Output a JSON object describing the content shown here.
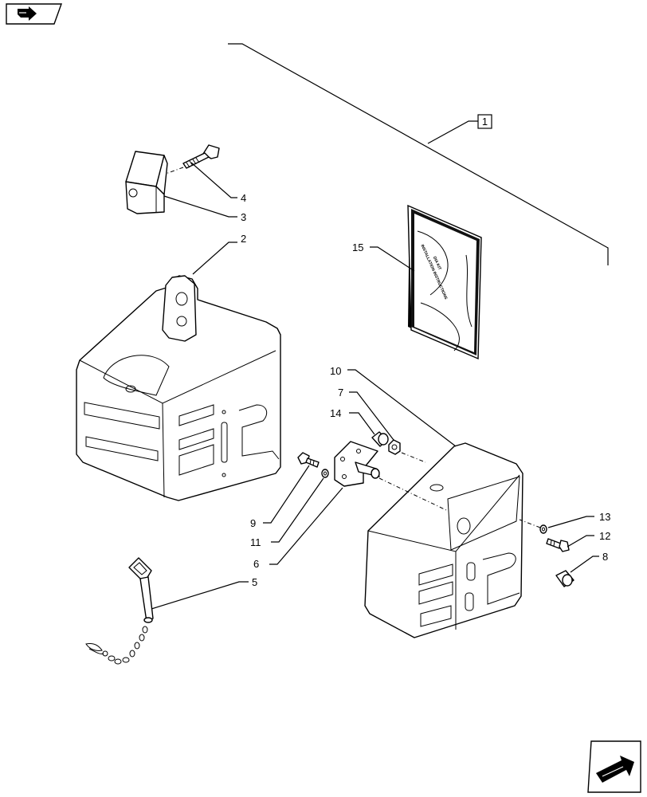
{
  "nav": {
    "prev_icon": "prev-page-arrow-icon",
    "next_icon": "next-page-arrow-icon"
  },
  "callouts": {
    "c1": "1",
    "c2": "2",
    "c3": "3",
    "c4": "4",
    "c5": "5",
    "c6": "6",
    "c7": "7",
    "c8": "8",
    "c9": "9",
    "c10": "10",
    "c11": "11",
    "c12": "12",
    "c13": "13",
    "c14": "14",
    "c15": "15"
  },
  "manual": {
    "title_line1": "DIA KIT",
    "title_line2": "INSTALLATION INSTRUCTIONS"
  }
}
